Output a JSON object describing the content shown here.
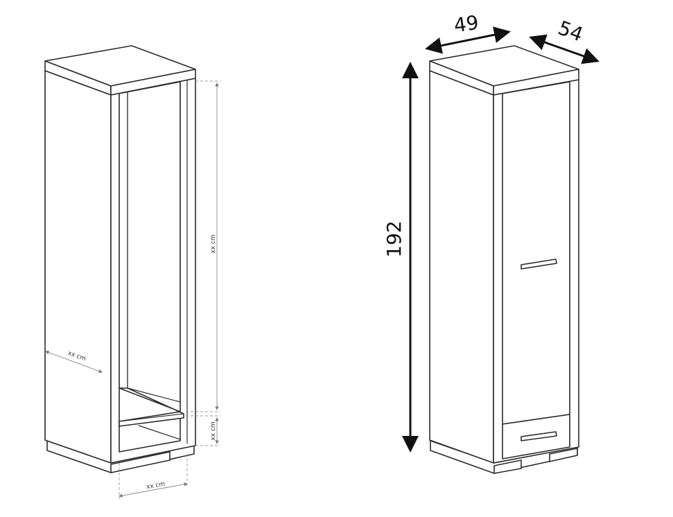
{
  "left_cabinet": {
    "dimension_labels": {
      "height_upper": "xx cm",
      "height_lower": "xx cm",
      "width": "xx cm",
      "depth": "xx cm"
    }
  },
  "right_cabinet": {
    "dimensions": {
      "width": "49",
      "depth": "54",
      "height": "192"
    }
  }
}
